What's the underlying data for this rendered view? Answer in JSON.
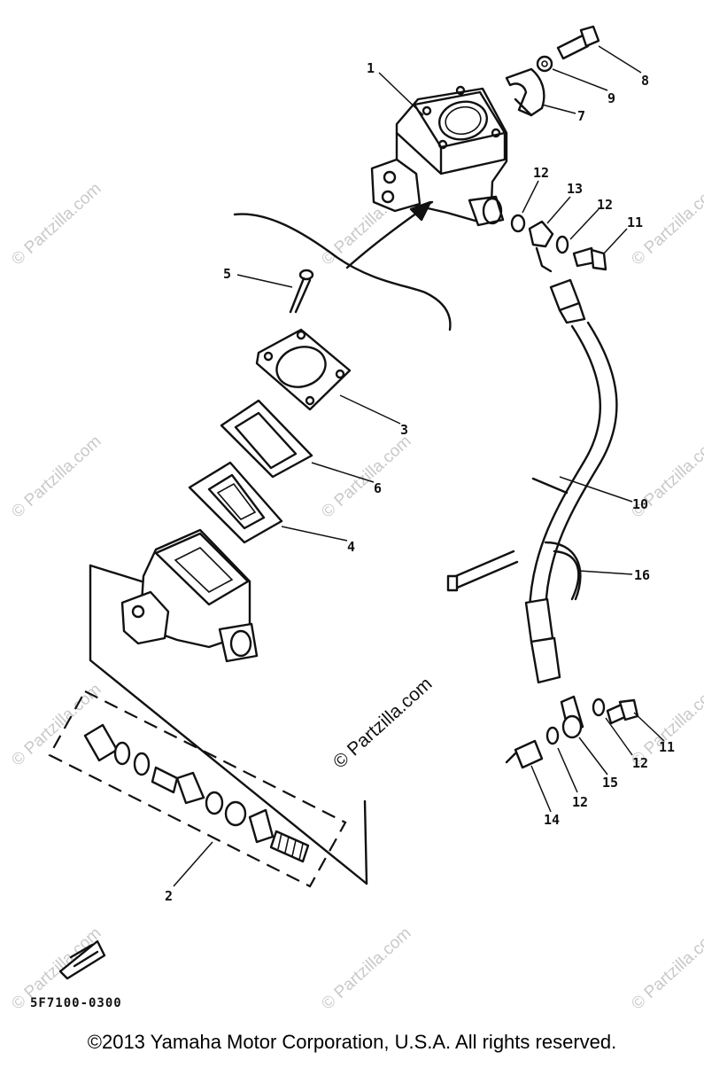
{
  "diagram": {
    "callouts": [
      {
        "id": "1",
        "label": "1"
      },
      {
        "id": "8",
        "label": "8"
      },
      {
        "id": "9",
        "label": "9"
      },
      {
        "id": "7",
        "label": "7"
      },
      {
        "id": "12a",
        "label": "12"
      },
      {
        "id": "13",
        "label": "13"
      },
      {
        "id": "12b",
        "label": "12"
      },
      {
        "id": "11a",
        "label": "11"
      },
      {
        "id": "5",
        "label": "5"
      },
      {
        "id": "3",
        "label": "3"
      },
      {
        "id": "6",
        "label": "6"
      },
      {
        "id": "4",
        "label": "4"
      },
      {
        "id": "10",
        "label": "10"
      },
      {
        "id": "16",
        "label": "16"
      },
      {
        "id": "11b",
        "label": "11"
      },
      {
        "id": "12c",
        "label": "12"
      },
      {
        "id": "15",
        "label": "15"
      },
      {
        "id": "12d",
        "label": "12"
      },
      {
        "id": "14",
        "label": "14"
      },
      {
        "id": "2",
        "label": "2"
      }
    ],
    "diagram_code": "5F7100-0300",
    "watermark_text": "© Partzilla.com",
    "center_watermark": "© Partzilla.com"
  },
  "footer": {
    "copyright": "©2013  Yamaha Motor Corporation, U.S.A. All rights reserved."
  }
}
